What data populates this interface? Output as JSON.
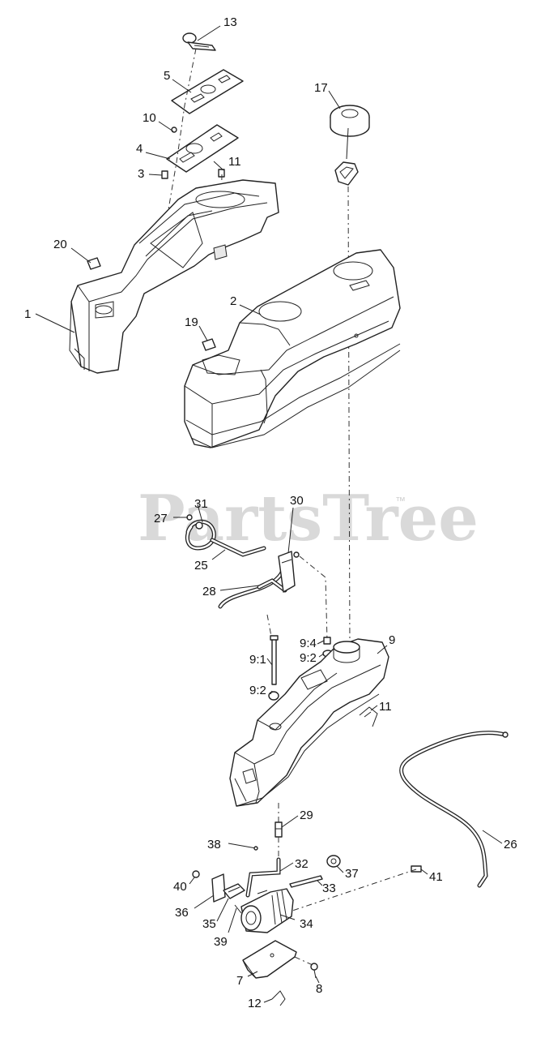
{
  "watermark": {
    "brand": "PartsTree",
    "trademark": "™"
  },
  "callouts": [
    {
      "id": "c1",
      "label": "1"
    },
    {
      "id": "c2",
      "label": "2"
    },
    {
      "id": "c3",
      "label": "3"
    },
    {
      "id": "c4",
      "label": "4"
    },
    {
      "id": "c5",
      "label": "5"
    },
    {
      "id": "c7",
      "label": "7"
    },
    {
      "id": "c8",
      "label": "8"
    },
    {
      "id": "c9",
      "label": "9"
    },
    {
      "id": "c9_1",
      "label": "9:1"
    },
    {
      "id": "c9_2a",
      "label": "9:2"
    },
    {
      "id": "c9_2b",
      "label": "9:2"
    },
    {
      "id": "c9_4",
      "label": "9:4"
    },
    {
      "id": "c10",
      "label": "10"
    },
    {
      "id": "c11a",
      "label": "11"
    },
    {
      "id": "c11b",
      "label": "11"
    },
    {
      "id": "c12",
      "label": "12"
    },
    {
      "id": "c13",
      "label": "13"
    },
    {
      "id": "c17",
      "label": "17"
    },
    {
      "id": "c19",
      "label": "19"
    },
    {
      "id": "c20",
      "label": "20"
    },
    {
      "id": "c25",
      "label": "25"
    },
    {
      "id": "c26",
      "label": "26"
    },
    {
      "id": "c27",
      "label": "27"
    },
    {
      "id": "c28",
      "label": "28"
    },
    {
      "id": "c29",
      "label": "29"
    },
    {
      "id": "c30",
      "label": "30"
    },
    {
      "id": "c31",
      "label": "31"
    },
    {
      "id": "c32",
      "label": "32"
    },
    {
      "id": "c33",
      "label": "33"
    },
    {
      "id": "c34",
      "label": "34"
    },
    {
      "id": "c35",
      "label": "35"
    },
    {
      "id": "c36",
      "label": "36"
    },
    {
      "id": "c37",
      "label": "37"
    },
    {
      "id": "c38",
      "label": "38"
    },
    {
      "id": "c39",
      "label": "39"
    },
    {
      "id": "c40",
      "label": "40"
    },
    {
      "id": "c41",
      "label": "41"
    }
  ]
}
